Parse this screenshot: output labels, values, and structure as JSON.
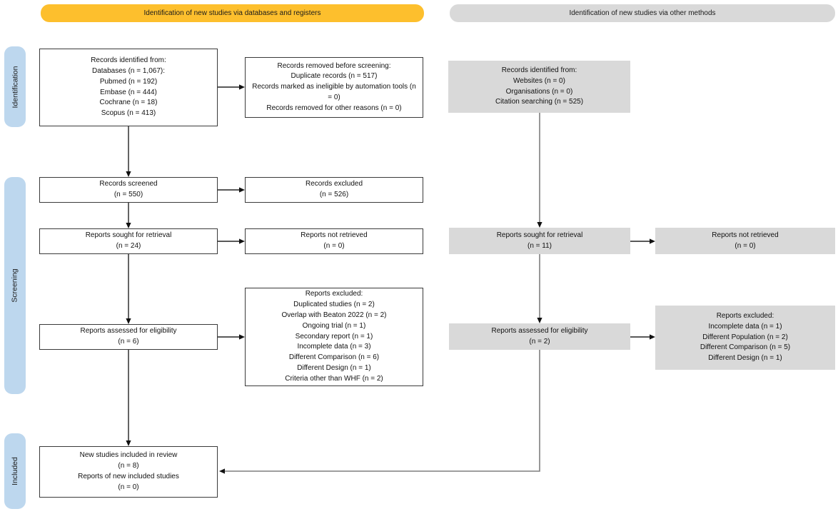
{
  "banners": {
    "databases": "Identification of new studies via databases and registers",
    "other": "Identification of new studies via other methods"
  },
  "stages": [
    "Identification",
    "Screening",
    "Included"
  ],
  "boxes": {
    "records_identified": {
      "lines": [
        "Records identified from:",
        "Databases (n = 1,067):",
        "Pubmed (n = 192)",
        "Embase (n = 444)",
        "Cochrane (n = 18)",
        "Scopus (n = 413)"
      ]
    },
    "records_removed": {
      "lines": [
        "Records removed before screening:",
        "Duplicate records (n = 517)",
        "Records marked as ineligible by automation tools (n = 0)",
        "Records removed for other reasons (n = 0)"
      ]
    },
    "records_screened": {
      "lines": [
        "Records screened",
        "(n = 550)"
      ]
    },
    "records_excluded": {
      "lines": [
        "Records excluded",
        "(n = 526)"
      ]
    },
    "reports_sought": {
      "lines": [
        "Reports sought for retrieval",
        "(n = 24)"
      ]
    },
    "reports_not_retrieved": {
      "lines": [
        "Reports not retrieved",
        "(n = 0)"
      ]
    },
    "reports_assessed": {
      "lines": [
        "Reports assessed for eligibility",
        "(n = 6)"
      ]
    },
    "reports_excluded": {
      "lines": [
        "Reports excluded:",
        "Duplicated studies (n = 2)",
        "Overlap with Beaton 2022 (n = 2)",
        "Ongoing trial (n = 1)",
        "Secondary report (n = 1)",
        "Incomplete data (n = 3)",
        "Different Comparison (n = 6)",
        "Different Design (n = 1)",
        "Criteria other than WHF (n = 2)"
      ]
    },
    "new_included": {
      "lines": [
        "New studies included in review",
        "(n = 8)",
        "Reports of new included studies",
        "(n = 0)"
      ]
    },
    "other_records": {
      "lines": [
        "Records identified from:",
        "Websites (n = 0)",
        "Organisations (n = 0)",
        "Citation searching (n = 525)"
      ]
    },
    "other_sought": {
      "lines": [
        "Reports sought for retrieval",
        "(n = 11)"
      ]
    },
    "other_not_retrieved": {
      "lines": [
        "Reports not retrieved",
        "(n = 0)"
      ]
    },
    "other_assessed": {
      "lines": [
        "Reports assessed for eligibility",
        "(n = 2)"
      ]
    },
    "other_excluded": {
      "lines": [
        "Reports excluded:",
        "Incomplete data (n = 1)",
        "Different Population (n = 2)",
        "Different Comparison (n = 5)",
        "Different Design (n = 1)"
      ]
    }
  },
  "colors": {
    "banner_databases_bg": "#FDBF2D",
    "banner_other_bg": "#D9D9D9",
    "stage_label_bg": "#BDD7EE",
    "gray_box_bg": "#D9D9D9",
    "white_box_border": "#3A3A3A",
    "connector_dark": "#222222",
    "connector_gray": "#7F7F7F"
  }
}
